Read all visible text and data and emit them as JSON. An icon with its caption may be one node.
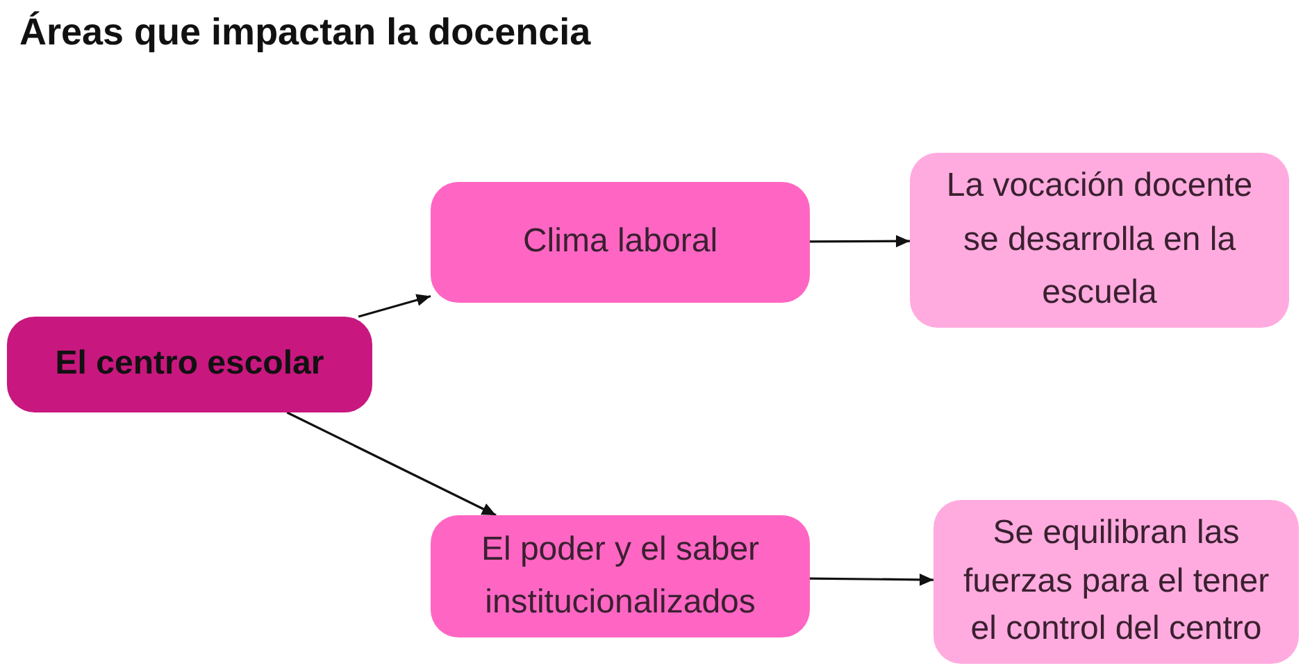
{
  "diagram": {
    "title": "Áreas que impactan la docencia",
    "nodes": [
      {
        "text": [
          "El centro escolar"
        ]
      },
      {
        "text": [
          "Clima laboral"
        ]
      },
      {
        "text": [
          "La vocación docente se desarrolla en la escuela"
        ]
      },
      {
        "text": [
          "El poder y el saber institucionalizados"
        ]
      },
      {
        "text": [
          "Se equilibran las fuerzas para el tener el control del centro"
        ]
      }
    ],
    "edges": [
      {
        "from": 0,
        "to": 1,
        "arrow": "to"
      },
      {
        "from": 1,
        "to": 2,
        "arrow": "to"
      },
      {
        "from": 0,
        "to": 3,
        "arrow": "to"
      },
      {
        "from": 3,
        "to": 4,
        "arrow": "to"
      }
    ]
  }
}
